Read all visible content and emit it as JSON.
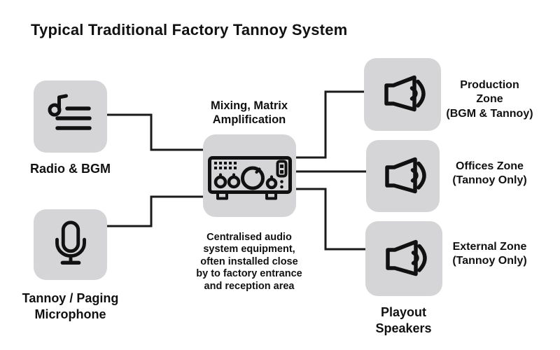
{
  "diagram": {
    "title": "Typical Traditional Factory Tannoy System",
    "sources": [
      {
        "id": "radio-bgm",
        "label": "Radio & BGM",
        "icon": "music-playlist-icon"
      },
      {
        "id": "tannoy-paging-microphone",
        "label": "Tannoy / Paging\nMicrophone",
        "icon": "microphone-icon"
      }
    ],
    "processor": {
      "id": "mixer-amplifier",
      "title": "Mixing, Matrix\nAmplification",
      "icon": "amplifier-icon",
      "caption": "Centralised audio\nsystem equipment,\noften installed close\nby to factory entrance\nand reception area"
    },
    "outputs": {
      "group_label": "Playout\nSpeakers",
      "icon": "speaker-icon",
      "zones": [
        {
          "id": "production-zone",
          "label": "Production\nZone\n(BGM & Tannoy)"
        },
        {
          "id": "offices-zone",
          "label": "Offices Zone\n(Tannoy Only)"
        },
        {
          "id": "external-zone",
          "label": "External Zone\n(Tannoy Only)"
        }
      ]
    },
    "edges": [
      {
        "from": "radio-bgm",
        "to": "mixer-amplifier"
      },
      {
        "from": "tannoy-paging-microphone",
        "to": "mixer-amplifier"
      },
      {
        "from": "mixer-amplifier",
        "to": "production-zone"
      },
      {
        "from": "mixer-amplifier",
        "to": "offices-zone"
      },
      {
        "from": "mixer-amplifier",
        "to": "external-zone"
      }
    ],
    "colors": {
      "node_fill": "#d5d5d7",
      "line": "#1a1a1a",
      "text": "#111111",
      "background": "#ffffff"
    }
  }
}
